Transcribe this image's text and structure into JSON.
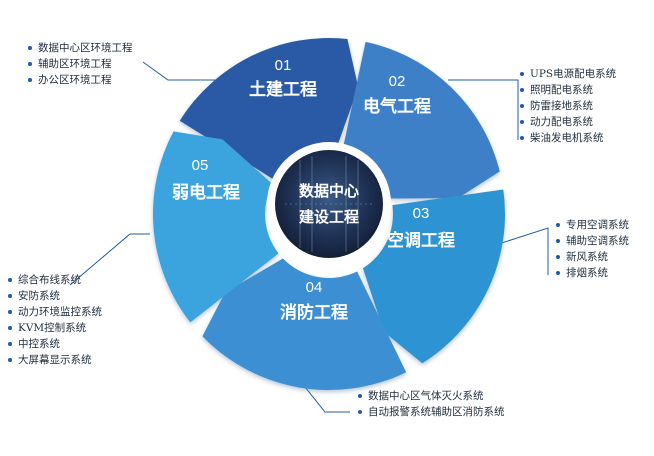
{
  "center": {
    "line1": "数据中心",
    "line2": "建设工程"
  },
  "segments": [
    {
      "number": "01",
      "label": "土建工程",
      "color": "#2a5aa6",
      "items": [
        "数据中心区环境工程",
        "辅助区环境工程",
        "办公区环境工程"
      ]
    },
    {
      "number": "02",
      "label": "电气工程",
      "color": "#3c80c8",
      "items": [
        "UPS电源配电系统",
        "照明配电系统",
        "防雷接地系统",
        "动力配电系统",
        "柴油发电机系统"
      ]
    },
    {
      "number": "03",
      "label": "空调工程",
      "color": "#2f93d2",
      "items": [
        "专用空调系统",
        "辅助空调系统",
        "新风系统",
        "排烟系统"
      ]
    },
    {
      "number": "04",
      "label": "消防工程",
      "color": "#3b8fd2",
      "items": [
        "数据中心区气体灭火系统",
        "自动报警系统辅助区消防系统"
      ]
    },
    {
      "number": "05",
      "label": "弱电工程",
      "color": "#3aa3de",
      "items": [
        "综合布线系统",
        "安防系统",
        "动力环境监控系统",
        "KVM控制系统",
        "中控系统",
        "大屏幕显示系统"
      ]
    }
  ],
  "colors": {
    "connector": "#1f5ca8",
    "text": "#1f2d3d",
    "center_bg": "#1b2a44"
  }
}
